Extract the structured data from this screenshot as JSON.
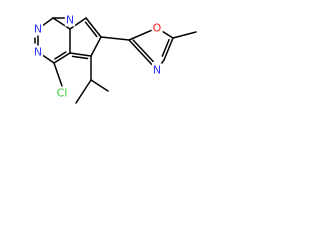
{
  "colors": {
    "bond": "#000000",
    "nitrogen": "#3333ff",
    "oxygen": "#ff1a1a",
    "chlorine": "#33cc33"
  },
  "atoms": {
    "n1": {
      "label": "N",
      "element": "nitrogen"
    },
    "n2": {
      "label": "N",
      "element": "nitrogen"
    },
    "n3": {
      "label": "N",
      "element": "nitrogen"
    },
    "n4": {
      "label": "N",
      "element": "nitrogen"
    },
    "o1": {
      "label": "O",
      "element": "oxygen"
    },
    "cl1": {
      "label": "Cl",
      "element": "chlorine"
    }
  }
}
